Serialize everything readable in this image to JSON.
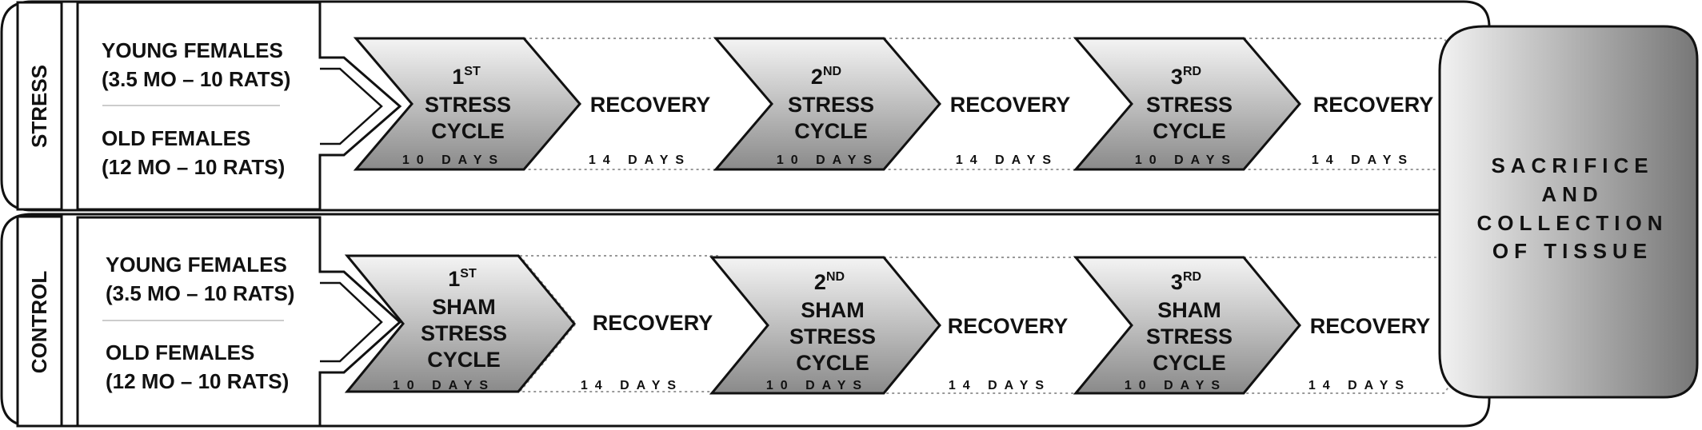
{
  "colors": {
    "stroke": "#111111",
    "dotted": "#9a9a9a",
    "gradient_light": "#f2f2f2",
    "gradient_dark": "#888888",
    "sacrifice_light": "#f0f0f0",
    "sacrifice_dark": "#7a7a7a"
  },
  "panels": [
    {
      "side_label": "STRESS",
      "groups": [
        {
          "line1": "YOUNG FEMALES",
          "line2": "(3.5 MO – 10 RATS)"
        },
        {
          "line1": "OLD FEMALES",
          "line2": "(12 MO – 10 RATS)"
        }
      ],
      "cycles": [
        {
          "ordinal": "1",
          "suffix": "ST",
          "line1": "STRESS",
          "line2": "CYCLE",
          "duration": "10 DAYS"
        },
        {
          "ordinal": "2",
          "suffix": "ND",
          "line1": "STRESS",
          "line2": "CYCLE",
          "duration": "10 DAYS"
        },
        {
          "ordinal": "3",
          "suffix": "RD",
          "line1": "STRESS",
          "line2": "CYCLE",
          "duration": "10 DAYS"
        }
      ],
      "recoveries": [
        {
          "label": "RECOVERY",
          "duration": "14 DAYS"
        },
        {
          "label": "RECOVERY",
          "duration": "14 DAYS"
        },
        {
          "label": "RECOVERY",
          "duration": "14 DAYS"
        }
      ]
    },
    {
      "side_label": "CONTROL",
      "groups": [
        {
          "line1": "YOUNG FEMALES",
          "line2": "(3.5 MO – 10 RATS)"
        },
        {
          "line1": "OLD FEMALES",
          "line2": "(12 MO – 10 RATS)"
        }
      ],
      "cycles": [
        {
          "ordinal": "1",
          "suffix": "ST",
          "line1": "SHAM",
          "line2": "STRESS",
          "line3": "CYCLE",
          "duration": "10 DAYS"
        },
        {
          "ordinal": "2",
          "suffix": "ND",
          "line1": "SHAM",
          "line2": "STRESS",
          "line3": "CYCLE",
          "duration": "10 DAYS"
        },
        {
          "ordinal": "3",
          "suffix": "RD",
          "line1": "SHAM",
          "line2": "STRESS",
          "line3": "CYCLE",
          "duration": "10 DAYS"
        }
      ],
      "recoveries": [
        {
          "label": "RECOVERY",
          "duration": "14 DAYS"
        },
        {
          "label": "RECOVERY",
          "duration": "14 DAYS"
        },
        {
          "label": "RECOVERY",
          "duration": "14 DAYS"
        }
      ]
    }
  ],
  "endpoint": {
    "line1": "SACRIFICE",
    "line2": "AND",
    "line3": "COLLECTION",
    "line4": "OF TISSUE"
  }
}
